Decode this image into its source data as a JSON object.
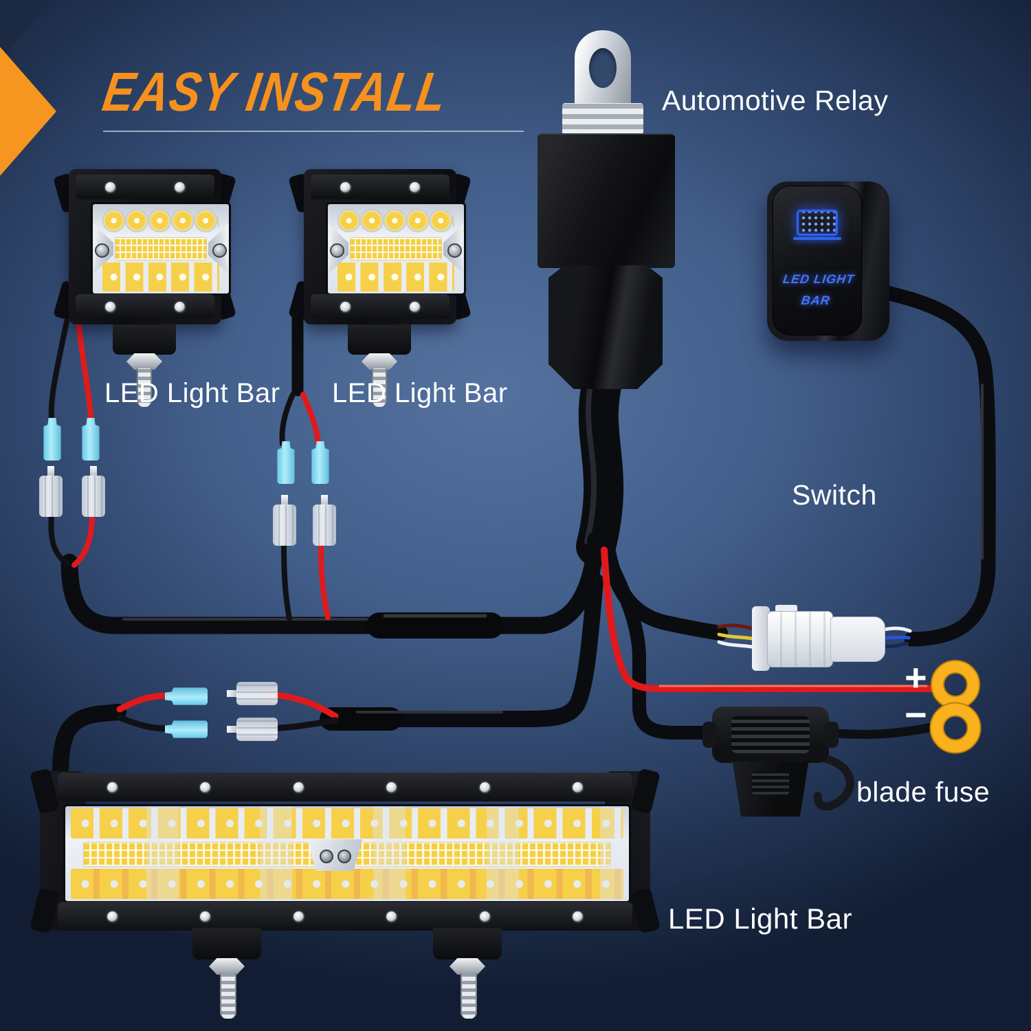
{
  "title": "EASY INSTALL",
  "labels": {
    "automotive_relay": "Automotive Relay",
    "led_pod_left": "LED Light Bar",
    "led_pod_right": "LED Light Bar",
    "switch": "Switch",
    "positive": "+",
    "negative": "−",
    "blade_fuse": "blade fuse",
    "led_bar_bottom": "LED Light Bar"
  },
  "switch_face": {
    "line1": "LED LIGHT",
    "line2": "BAR"
  },
  "colors": {
    "accent_orange": "#F6911E",
    "background_blue": "#3D5680",
    "label_white": "#FFFFFF",
    "wire_red": "#E01A1C",
    "cable_black": "#0B0C0F",
    "connector_blue": "#8ADDF2",
    "connector_clear": "#E7ECF2",
    "ring_terminal_yellow": "#F9B11D",
    "switch_glow_blue": "#2E62F0",
    "led_yellow": "#F6D049"
  }
}
